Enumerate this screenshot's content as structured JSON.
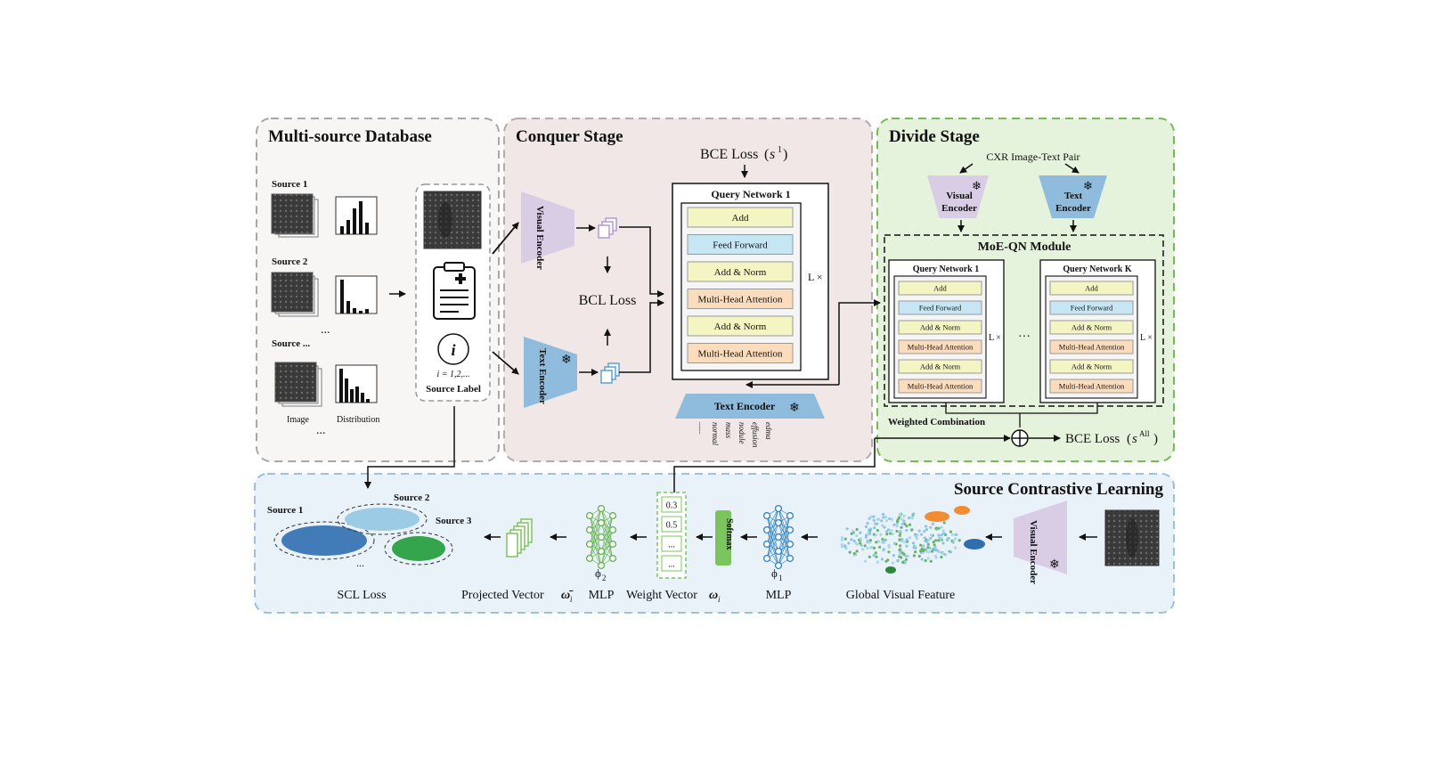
{
  "multi_source": {
    "title": "Multi-source Database",
    "source1": "Source 1",
    "source2": "Source 2",
    "source_etc": "Source ...",
    "ellipsis": "...",
    "image_label": "Image",
    "distribution_label": "Distribution",
    "source_label_index": "i = 1,2,...",
    "source_label": "Source Label",
    "info_glyph": "i"
  },
  "conquer": {
    "title": "Conquer Stage",
    "visual_encoder": "Visual Encoder",
    "text_encoder": "Text Encoder",
    "bcl_loss": "BCL Loss",
    "bce_loss": "BCE Loss",
    "bce_symbol": "s",
    "bce_sup": "1",
    "query_network": "Query Network 1",
    "layers": [
      "Add",
      "Feed Forward",
      "Add & Norm",
      "Multi-Head Attention",
      "Add & Norm",
      "Multi-Head Attention"
    ],
    "repeat": "L ×",
    "text_encoder_bottom": "Text Encoder",
    "labels": [
      "......",
      "normal",
      "mass",
      "nodule",
      "effusion",
      "edma"
    ]
  },
  "divide": {
    "title": "Divide Stage",
    "pair": "CXR Image-Text Pair",
    "visual_encoder": "Visual Encoder",
    "text_encoder": "Text Encoder",
    "moe_title": "MoE-QN Module",
    "qn1": "Query Network 1",
    "qnk": "Query Network K",
    "layers": [
      "Add",
      "Feed Forward",
      "Add & Norm",
      "Multi-Head Attention",
      "Add & Norm",
      "Multi-Head Attention"
    ],
    "repeat": "L ×",
    "dots": "···",
    "weighted": "Weighted Combination",
    "bce_all": "BCE Loss",
    "bce_all_symbol": "s",
    "bce_all_sup": "All"
  },
  "scl": {
    "title": "Source Contrastive Learning",
    "source1": "Source 1",
    "source2": "Source 2",
    "source3": "Source 3",
    "dots": "...",
    "scl_loss": "SCL Loss",
    "projected_vector": "Projected Vector",
    "projected_symbol": "ω̄",
    "projected_sub": "i",
    "mlp": "MLP",
    "phi2": "ϕ",
    "phi2_sub": "2",
    "weight_vector": "Weight Vector",
    "weight_symbol": "ω",
    "weight_sub": "i",
    "weights": [
      "0.3",
      "0.5",
      "...",
      "..."
    ],
    "softmax": "Softmax",
    "mlp1": "MLP",
    "phi1": "ϕ",
    "phi1_sub": "1",
    "global_feature": "Global Visual Feature",
    "visual_encoder": "Visual Encoder"
  },
  "colors": {
    "gray_panel": "#f4f2f1",
    "pink_panel": "#f1e7e7",
    "green_panel": "#e8f4dd",
    "blue_panel": "#e7f0f8",
    "visual_encoder": "#d9cce6",
    "text_encoder": "#8fbcdc",
    "add": "#f3f5c2",
    "feed_forward": "#c6e6f3",
    "attention": "#fbdcbc"
  }
}
